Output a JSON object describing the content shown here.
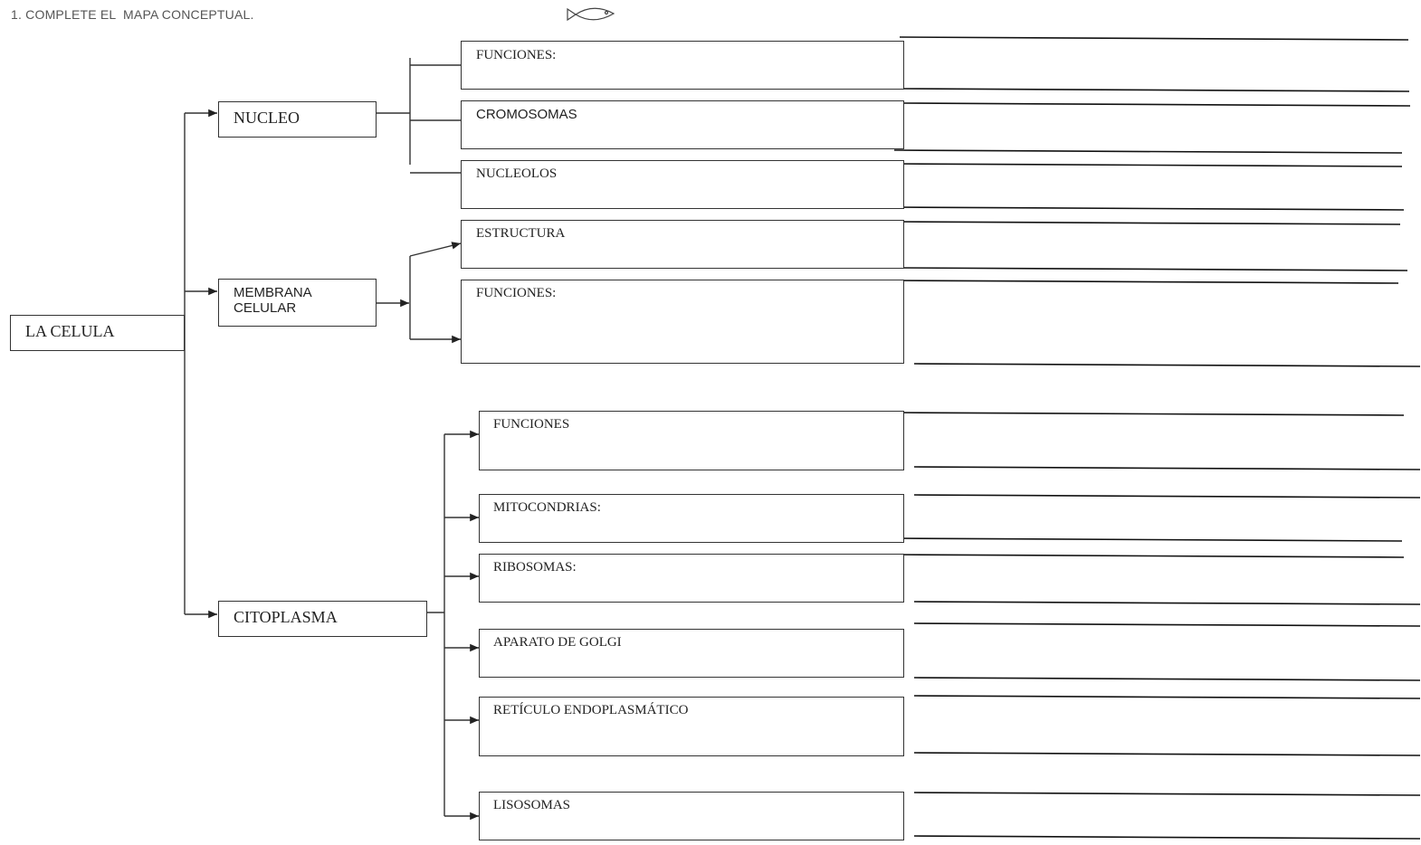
{
  "title": "1. COMPLETE EL  MAPA CONCEPTUAL.",
  "icon": "fish-icon",
  "root": {
    "label": "LA CELULA"
  },
  "nucleo": {
    "label": "NUCLEO",
    "children": [
      "FUNCIONES:",
      "CROMOSOMAS",
      "NUCLEOLOS"
    ]
  },
  "membrana": {
    "label_line1": "MEMBRANA",
    "label_line2": "CELULAR",
    "children": [
      "ESTRUCTURA",
      "FUNCIONES:"
    ]
  },
  "citoplasma": {
    "label": "CITOPLASMA",
    "children": [
      "FUNCIONES",
      "MITOCONDRIAS:",
      "RIBOSOMAS:",
      "APARATO DE GOLGI",
      "RETÍCULO ENDOPLASMÁTICO",
      "LISOSOMAS"
    ]
  }
}
